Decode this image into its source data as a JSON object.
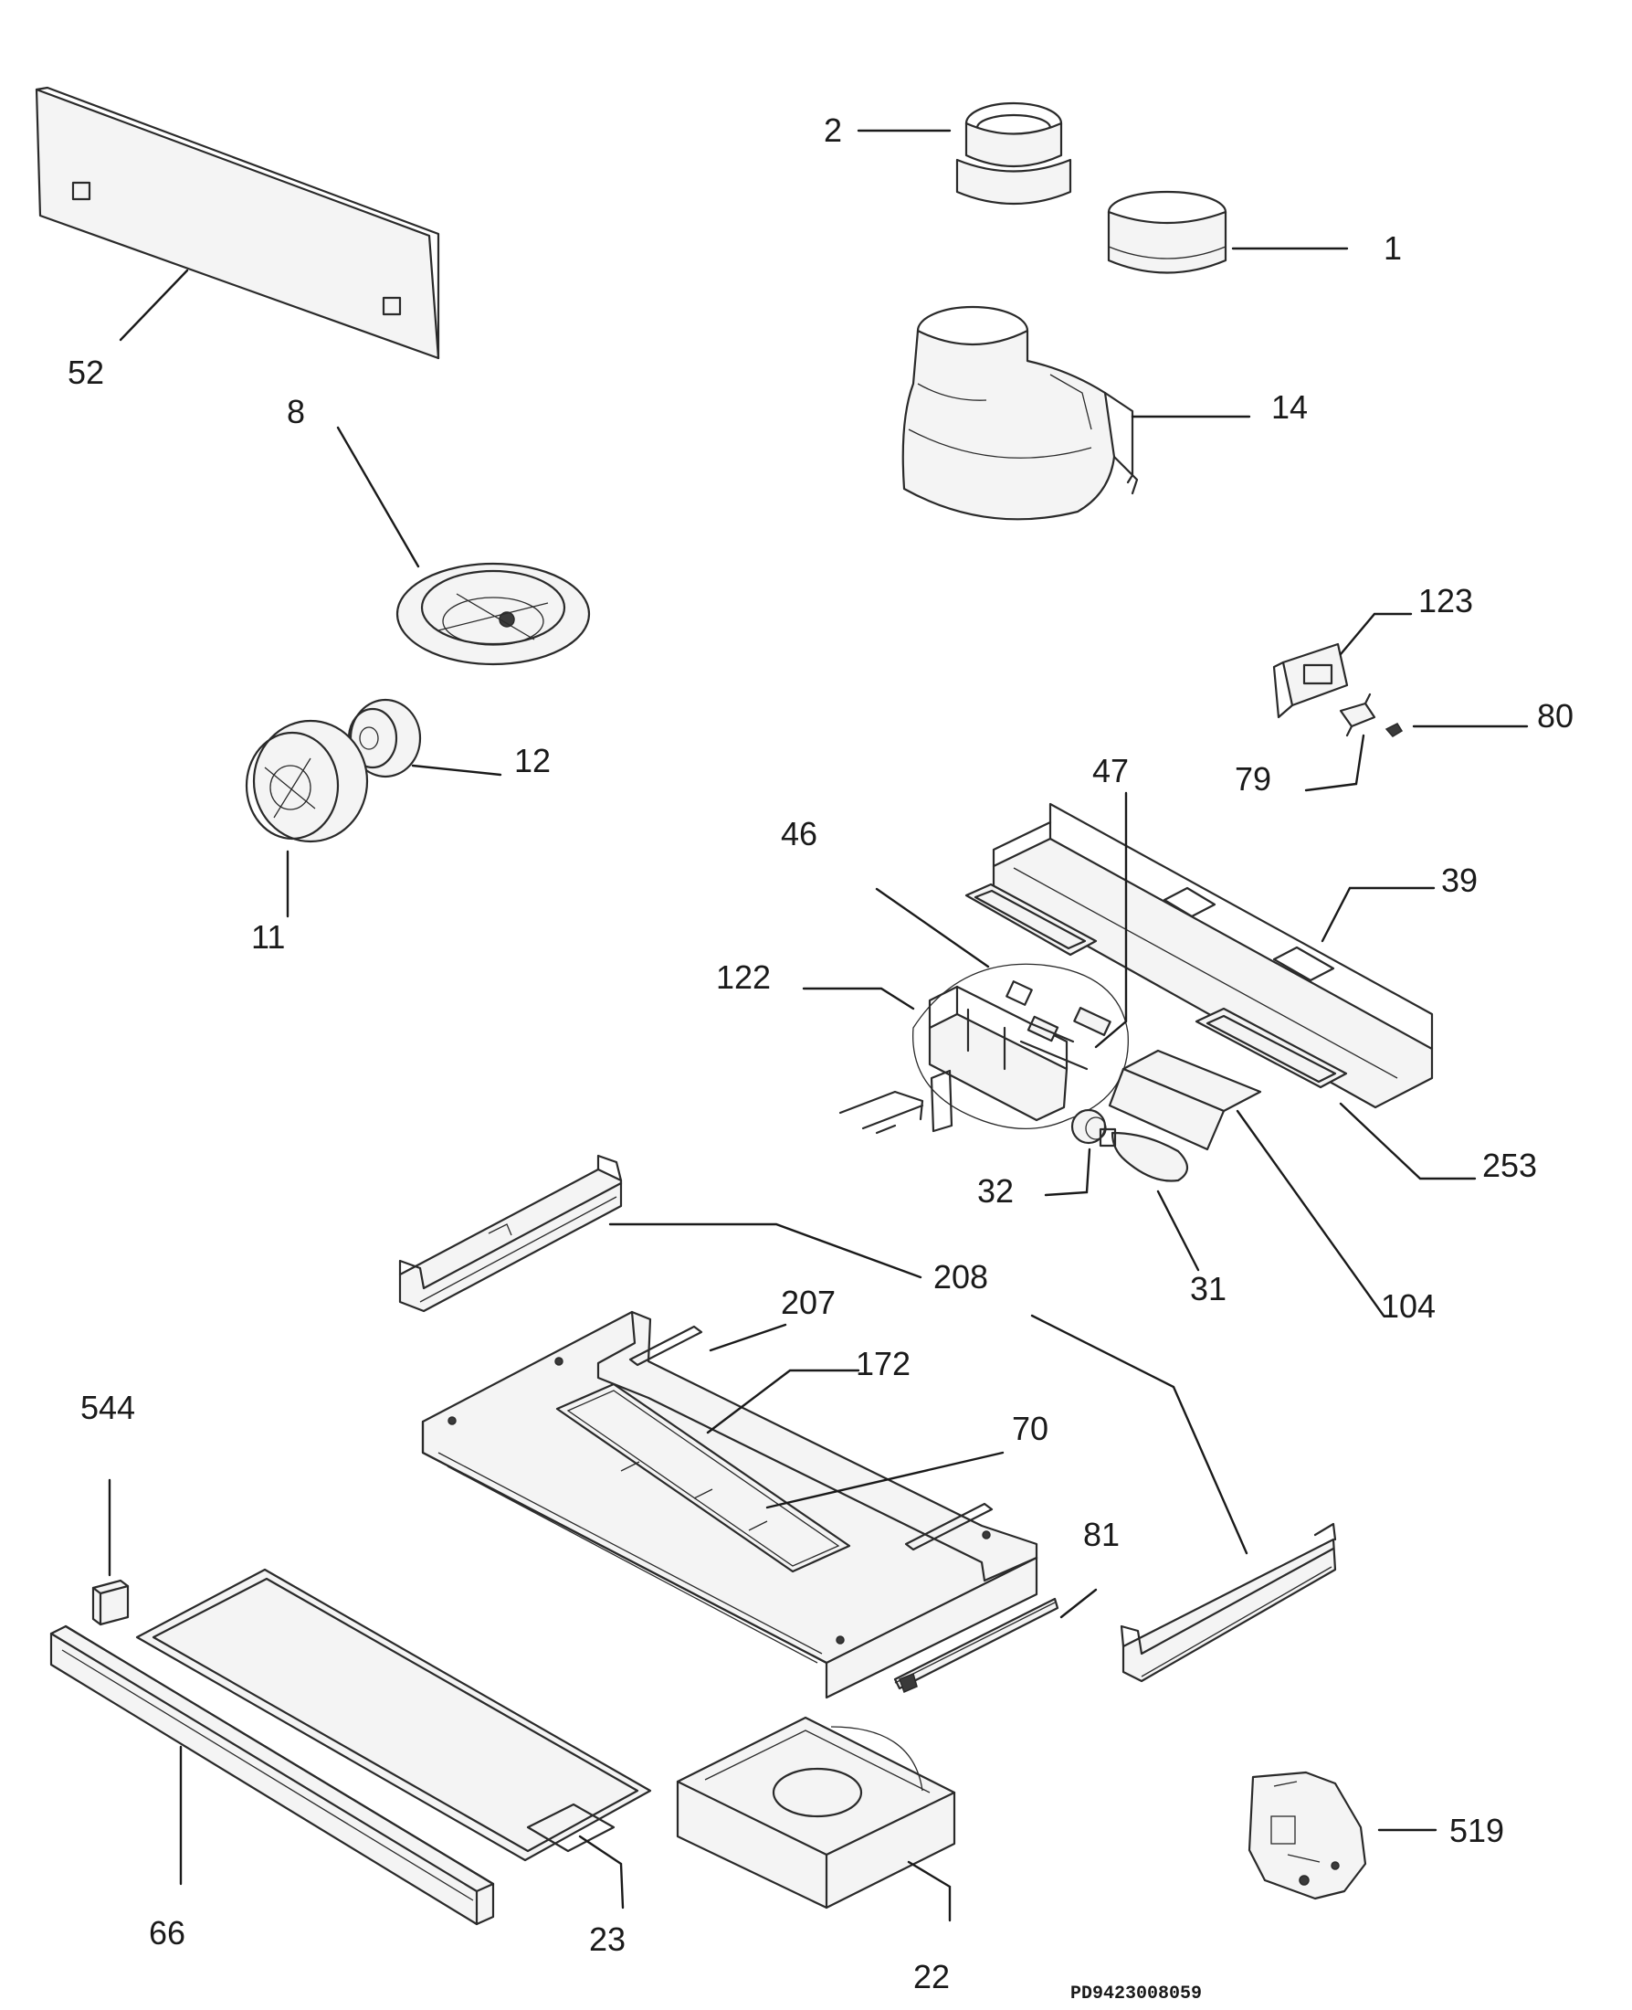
{
  "labels": {
    "p1": "1",
    "p2": "2",
    "p8": "8",
    "p11": "11",
    "p12": "12",
    "p14": "14",
    "p22": "22",
    "p23": "23",
    "p31": "31",
    "p32": "32",
    "p39": "39",
    "p46": "46",
    "p47": "47",
    "p52": "52",
    "p66": "66",
    "p70": "70",
    "p79": "79",
    "p80": "80",
    "p81": "81",
    "p104": "104",
    "p122": "122",
    "p123": "123",
    "p172": "172",
    "p207": "207",
    "p208": "208",
    "p253": "253",
    "p519": "519",
    "p544": "544"
  },
  "drawing_code": "PD9423008059"
}
